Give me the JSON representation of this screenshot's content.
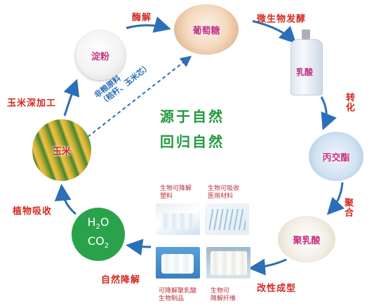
{
  "center": {
    "line1": "源于自然",
    "line2": "回归自然"
  },
  "nodes": {
    "starch": "淀粉",
    "glucose": "葡萄糖",
    "lactic_acid": "乳酸",
    "lactide": "丙交酯",
    "pla": "聚乳酸",
    "corn": "玉米",
    "co2_h": "H",
    "co2_2a": "2",
    "co2_o": "O",
    "co2_c": "CO",
    "co2_2b": "2"
  },
  "steps": {
    "enzymolysis": "酶解",
    "fermentation": "微生物发酵",
    "conversion": "转化",
    "polymerization": "聚合",
    "modification": "改性成型",
    "degradation": "自然降解",
    "absorption": "植物吸收",
    "corn_processing": "玉米深加工"
  },
  "non_grain": {
    "line1": "非粮原料",
    "line2": "（秸秆、玉米芯）"
  },
  "products": [
    {
      "line1": "生物可降解",
      "line2": "塑料"
    },
    {
      "line1": "生物可吸收",
      "line2": "医用材料"
    },
    {
      "line1": "可降解聚乳酸",
      "line2": "生物制品"
    },
    {
      "line1": "生物可",
      "line2": "降解纤维"
    }
  ],
  "colors": {
    "step_text": "#d42a20",
    "node_label": "#c4327e",
    "center_text": "#1f9a3c",
    "arrow": "#2b6fb8",
    "co2_circle": "#2aa24b"
  }
}
